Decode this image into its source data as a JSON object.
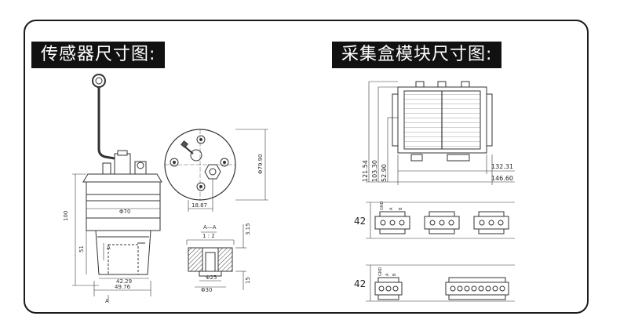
{
  "titles": {
    "sensor": "传感器尺寸图:",
    "module": "采集盒模块尺寸图:"
  },
  "sensor": {
    "dims": {
      "body_width": "Φ70",
      "base_width_1": "42.29",
      "base_width_2": "49.76",
      "total_height": "100",
      "lower_height": "51",
      "section_label": "A",
      "top_view_diameter": "Φ79.90",
      "top_view_offset": "18.87",
      "section_title": "A—A",
      "section_scale": "1 : 2",
      "section_top_dim": "Φ25",
      "section_bottom_dim": "Φ30",
      "section_height_1": "3.15",
      "section_height_2": "15"
    }
  },
  "module": {
    "dims": {
      "height_1": "121.54",
      "height_2": "103.30",
      "height_3": "52.90",
      "width_1": "132.31",
      "width_2": "146.60",
      "terminal_height_1": "42",
      "terminal_height_2": "42"
    },
    "terminal_labels_top": [
      "GND",
      "A",
      "B"
    ],
    "terminal_labels_bottom": [
      "GND",
      "A",
      "B"
    ]
  },
  "colors": {
    "frame": "#1a1a1a",
    "title_bg": "#111111",
    "title_fg": "#ffffff",
    "line": "#333333"
  }
}
